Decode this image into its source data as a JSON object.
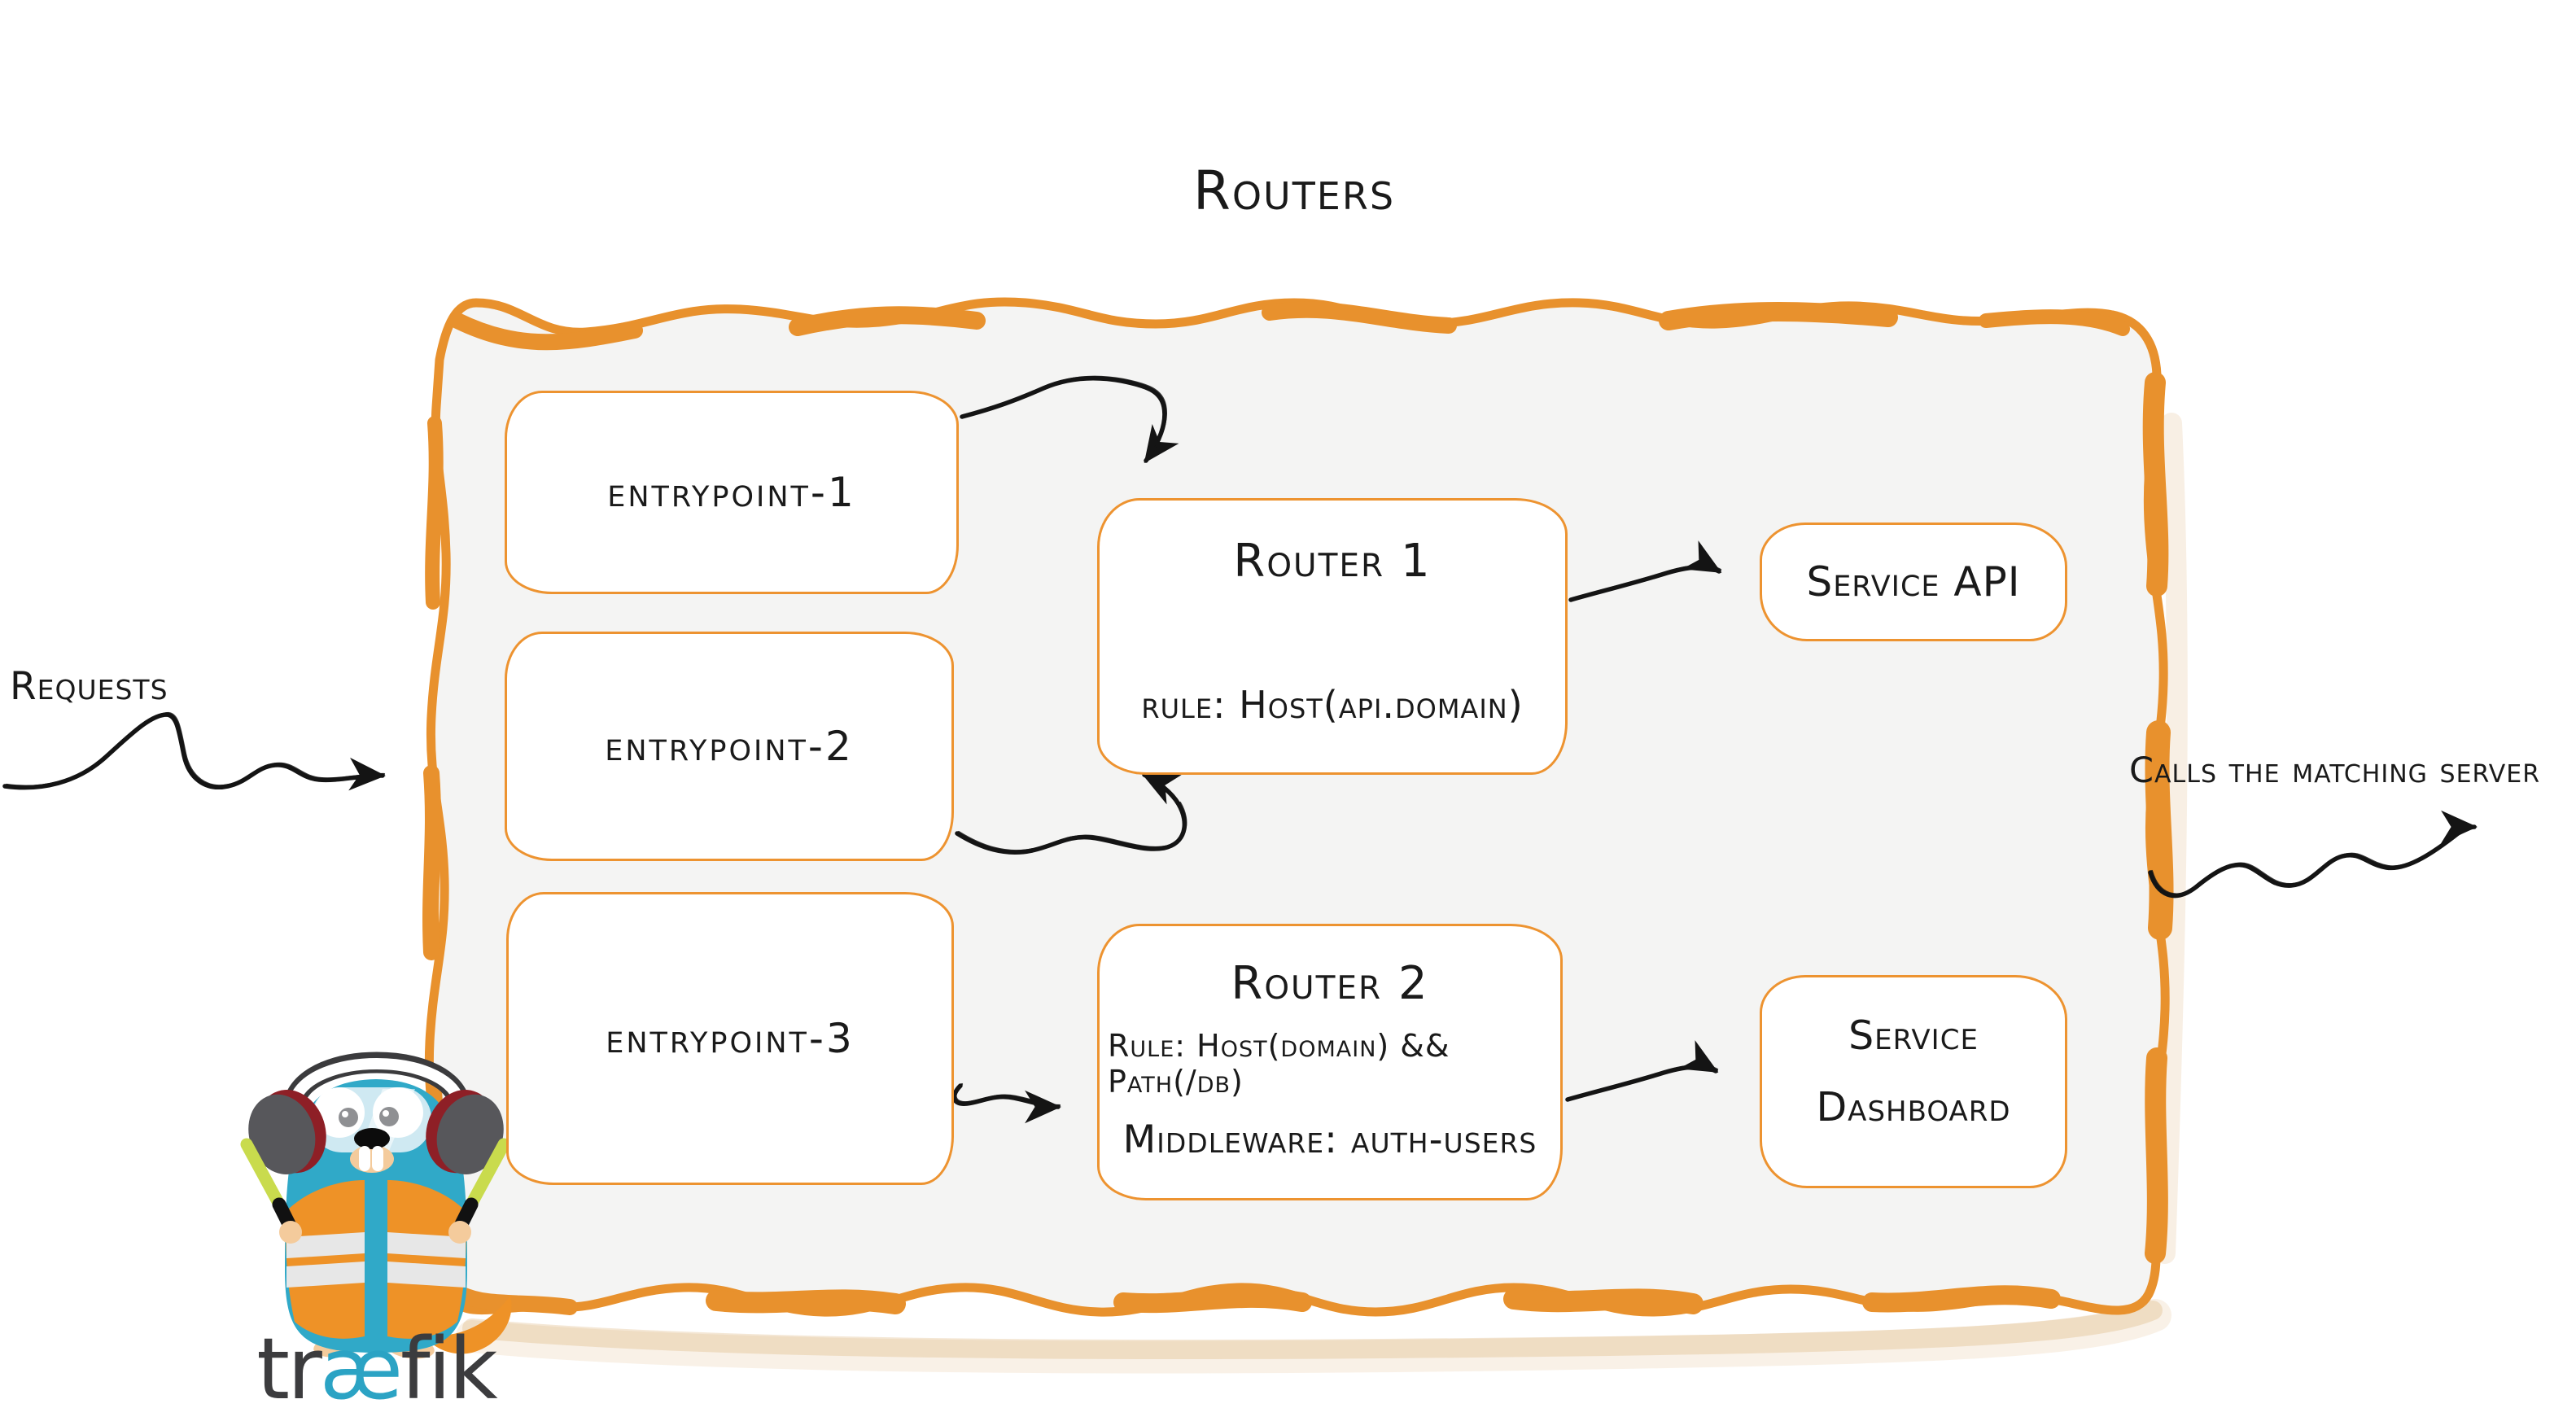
{
  "title": "Routers",
  "labels": {
    "requests": "Requests",
    "calls": "Calls the matching server"
  },
  "entrypoints": [
    {
      "label": "entrypoint-1"
    },
    {
      "label": "entrypoint-2"
    },
    {
      "label": "entrypoint-3"
    }
  ],
  "routers": [
    {
      "name": "Router 1",
      "rule": "rule: Host(api.domain)"
    },
    {
      "name": "Router 2",
      "rule": "Rule: Host(domain) && Path(/db)",
      "middleware": "Middleware: auth-users"
    }
  ],
  "services": [
    {
      "name": "Service API"
    },
    {
      "name": "Service Dashboard",
      "line1": "Service",
      "line2": "Dashboard"
    }
  ],
  "logo": {
    "pre": "tr",
    "ae": "æ",
    "post": "fik"
  },
  "colors": {
    "container_border": "#E8912D",
    "box_border": "#ED9330",
    "container_fill": "#F4F4F3",
    "text": "#1A1A1A",
    "arrow": "#141414",
    "mascot_teal": "#30A9C8",
    "mascot_vest_orange": "#EE9227",
    "mascot_baton_lime": "#C9DB4D",
    "logo_text_dark": "#3C3C3E",
    "logo_text_blue": "#2BA3C4"
  }
}
